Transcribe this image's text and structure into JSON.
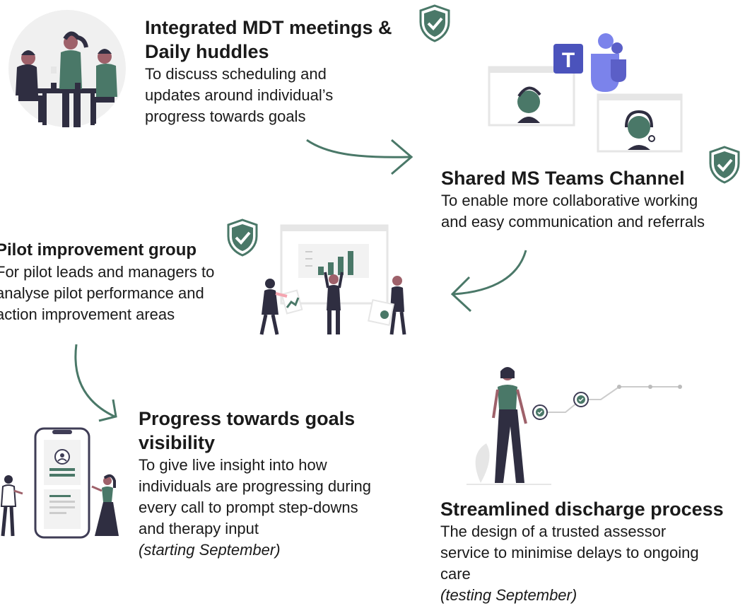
{
  "colors": {
    "accent": "#4a7868",
    "dark": "#2f2e41",
    "skin": "#9e616a",
    "teams_purple": "#5b5fc7",
    "light_gray": "#e6e6e6"
  },
  "icons": [
    "shield-check-icon",
    "curved-arrow-icon",
    "ms-teams-logo-icon",
    "user-avatar-icon",
    "check-circle-icon"
  ],
  "steps": [
    {
      "id": "mdt",
      "title_lines": [
        "Integrated MDT meetings &",
        "Daily huddles"
      ],
      "desc_lines": [
        "To discuss scheduling and",
        "updates around individual’s",
        "progress towards goals"
      ],
      "completed": true
    },
    {
      "id": "teams",
      "title_lines": [
        "Shared MS Teams Channel"
      ],
      "desc_lines": [
        "To enable more collaborative working",
        "and easy communication and referrals"
      ],
      "completed": true
    },
    {
      "id": "pilot",
      "title_lines": [
        "Pilot improvement group"
      ],
      "desc_lines": [
        "For pilot leads and managers to",
        "analyse pilot performance and",
        "action improvement areas"
      ],
      "completed": true
    },
    {
      "id": "progress",
      "title_lines": [
        "Progress towards goals",
        "visibility"
      ],
      "desc_lines": [
        "To give live insight into how",
        "individuals are progressing during",
        "every call to prompt step-downs",
        "and therapy input"
      ],
      "note": "(starting September)",
      "completed": false
    },
    {
      "id": "discharge",
      "title_lines": [
        "Streamlined discharge process"
      ],
      "desc_lines": [
        "The design of a trusted assessor",
        "service to minimise delays to ongoing",
        "care"
      ],
      "note": "(testing September)",
      "completed": false
    }
  ]
}
